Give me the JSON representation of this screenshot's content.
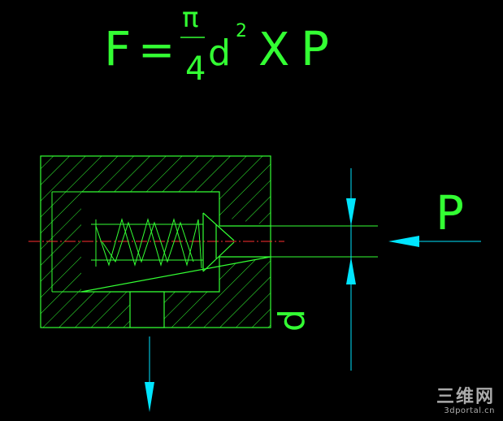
{
  "formula": {
    "lhs": "F",
    "equals": "=",
    "numerator": "π",
    "denominator": "4",
    "variable": "d",
    "exponent": "2",
    "multiply": "X",
    "pressure": "P"
  },
  "labels": {
    "pressure": "P",
    "diameter": "d"
  },
  "watermark": {
    "title": "三维网",
    "url": "3dportal.cn"
  },
  "colors": {
    "outline": "#33ff33",
    "dimension": "#00e5ff",
    "centerline": "#ff3030",
    "background": "#000000"
  }
}
